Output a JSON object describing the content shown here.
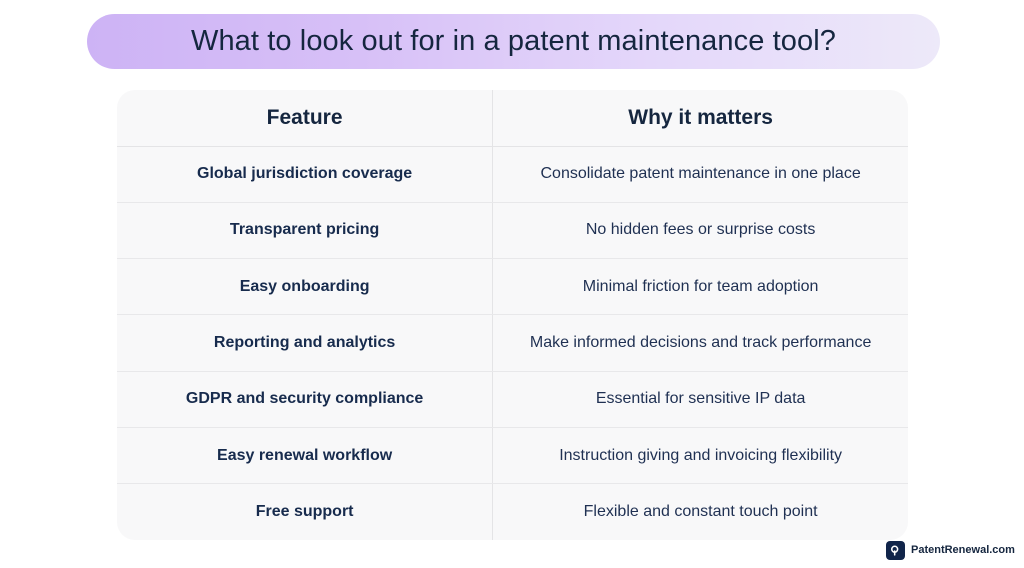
{
  "banner": {
    "title": "What to look out for in a patent maintenance tool?",
    "gradient_from": "#cdb3f5",
    "gradient_to": "#ede9f9"
  },
  "table": {
    "headers": {
      "feature": "Feature",
      "why": "Why it matters"
    },
    "rows": [
      {
        "feature": "Global jurisdiction coverage",
        "why": "Consolidate patent maintenance in one place"
      },
      {
        "feature": "Transparent pricing",
        "why": "No hidden fees or surprise costs"
      },
      {
        "feature": "Easy onboarding",
        "why": "Minimal friction for team adoption"
      },
      {
        "feature": "Reporting and analytics",
        "why": "Make informed decisions and track performance"
      },
      {
        "feature": "GDPR and security compliance",
        "why": "Essential for sensitive IP data"
      },
      {
        "feature": "Easy renewal workflow",
        "why": "Instruction giving and invoicing flexibility"
      },
      {
        "feature": "Free support",
        "why": "Flexible and constant touch point"
      }
    ],
    "card_bg": "#f8f8f9",
    "divider_color": "#e4e4e6",
    "text_color": "#172b4d"
  },
  "footer": {
    "logo_icon": "magnifier-p-icon",
    "logo_text": "PatentRenewal.com",
    "logo_color": "#11254a"
  }
}
